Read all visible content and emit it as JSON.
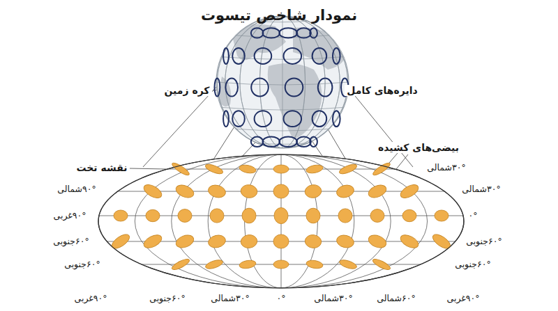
{
  "diagram": {
    "title": "نمودار شاخص تیسوت",
    "labels": [
      "کره زمین",
      "دایره‌های کامل",
      "بیضی‌های کشیده",
      "نقشه تخت",
      "۳۰°شمالی",
      "۹۰°شمالی",
      "۳۰°شمالی",
      "۹۰°غربی",
      "۰°",
      "۶۰°جنوبی",
      "۶۰°جنوبی",
      "۶۰°جنوبی",
      "۶۰°جنوبی",
      "۹۰°غربی",
      "۶۰°جنوبی",
      "۳۰°شمالی",
      "۰°",
      "۳۰°شمالی",
      "۶۰°شمالی",
      "۹۰°غربی"
    ]
  }
}
